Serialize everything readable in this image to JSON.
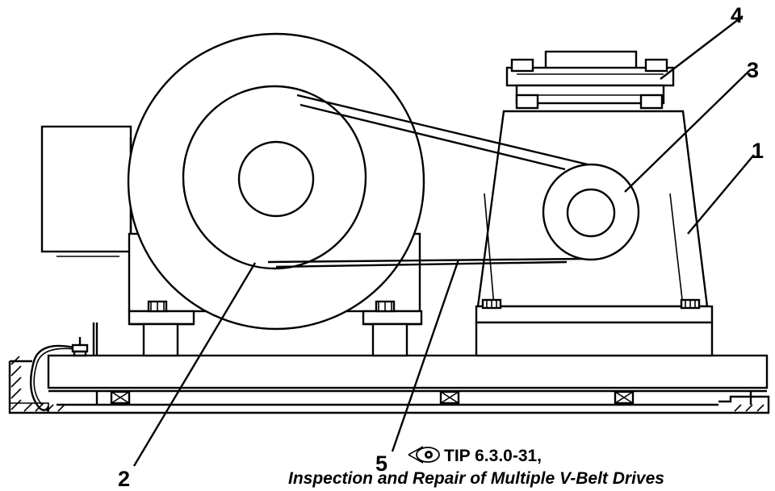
{
  "callouts": {
    "base_frame": "1",
    "motor_pulley": "2",
    "driven_pulley": "3",
    "bearing_block": "4",
    "v_belts": "5"
  },
  "reference": {
    "icon": "eye-icon",
    "code": "TIP 6.3.0-31,",
    "title": "Inspection and Repair of Multiple V-Belt Drives"
  }
}
